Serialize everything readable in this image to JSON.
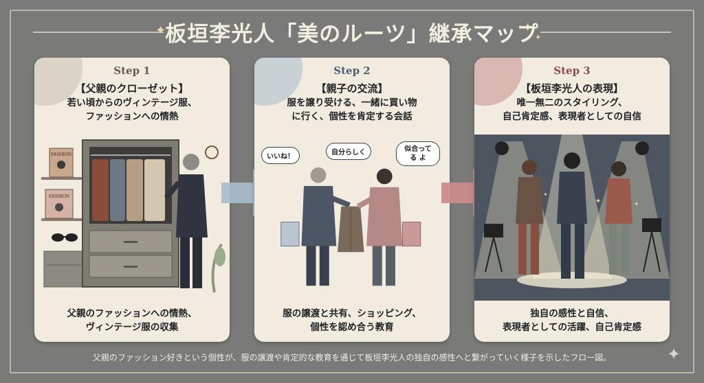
{
  "title": "板垣李光人「美のルーツ」継承マップ",
  "steps": [
    {
      "step": "Step 1",
      "heading": "【父親のクローゼット】",
      "desc_line1": "若い頃からのヴィンテージ服、",
      "desc_line2": "ファッションへの情熱",
      "foot_line1": "父親のファッションへの情熱、",
      "foot_line2": "ヴィンテージ服の収集",
      "magazine_label": "FASHION",
      "color": "#7a6b5e"
    },
    {
      "step": "Step 2",
      "heading": "【親子の交流】",
      "desc_line1": "服を譲り受ける、一緒に買い物",
      "desc_line2": "に行く、個性を肯定する会話",
      "foot_line1": "服の譲渡と共有、ショッピング、",
      "foot_line2": "個性を認め合う教育",
      "bubbles": [
        "いいね！",
        "自分らしく",
        "似合ってる よ"
      ],
      "color": "#5b6e80"
    },
    {
      "step": "Step 3",
      "heading": "【板垣李光人の表現】",
      "desc_line1": "唯一無二のスタイリング、",
      "desc_line2": "自己肯定感、表現者としての自信",
      "foot_line1": "独自の感性と自信、",
      "foot_line2": "表現者としての活躍、自己肯定感",
      "color": "#9c5e5e"
    }
  ],
  "caption": "父親のファッション好きという個性が、服の譲渡や肯定的な教育を通じて板垣李光人の独自の感性へと繋がっていく様子を示したフロー図。",
  "colors": {
    "background": "#7a7b78",
    "card": "#f1ecdf",
    "arrow1": "#a9bccb",
    "arrow2": "#c98c8c"
  }
}
